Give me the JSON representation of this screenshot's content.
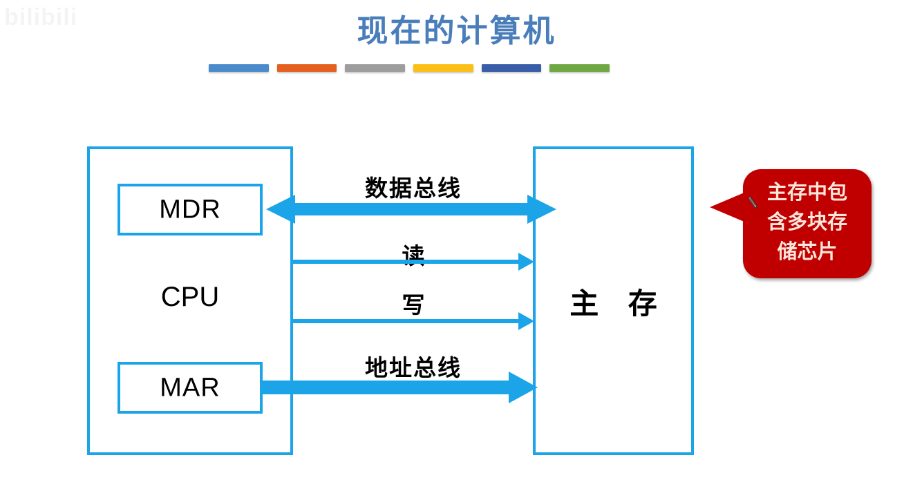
{
  "slide": {
    "title": "现在的计算机",
    "watermark": "bilibili"
  },
  "colorbars": [
    {
      "name": "bar-blue",
      "color": "#4A8CCB"
    },
    {
      "name": "bar-orange",
      "color": "#E5601F"
    },
    {
      "name": "bar-gray",
      "color": "#9D9D9D"
    },
    {
      "name": "bar-yellow",
      "color": "#FCBF15"
    },
    {
      "name": "bar-dark-blue",
      "color": "#3A5DA8"
    },
    {
      "name": "bar-green",
      "color": "#6FA843"
    }
  ],
  "diagram": {
    "accent_color": "#1CA4E8",
    "cpu": {
      "label": "CPU",
      "registers": [
        {
          "name": "mdr",
          "label": "MDR"
        },
        {
          "name": "mar",
          "label": "MAR"
        }
      ]
    },
    "memory": {
      "label": "主 存"
    },
    "buses": [
      {
        "name": "data-bus",
        "label": "数据总线",
        "direction": "bidirectional",
        "weight": "thick"
      },
      {
        "name": "read-line",
        "label": "读",
        "direction": "right",
        "weight": "thin"
      },
      {
        "name": "write-line",
        "label": "写",
        "direction": "right",
        "weight": "thin"
      },
      {
        "name": "address-bus",
        "label": "地址总线",
        "direction": "right",
        "weight": "thick"
      }
    ]
  },
  "callout": {
    "text_lines": [
      "主存中包",
      "含多块存",
      "储芯片"
    ],
    "full_text": "主存中包含多块存储芯片",
    "fill_color": "#C00000",
    "text_color": "#FBE6DC",
    "icon": "pencil-icon"
  }
}
